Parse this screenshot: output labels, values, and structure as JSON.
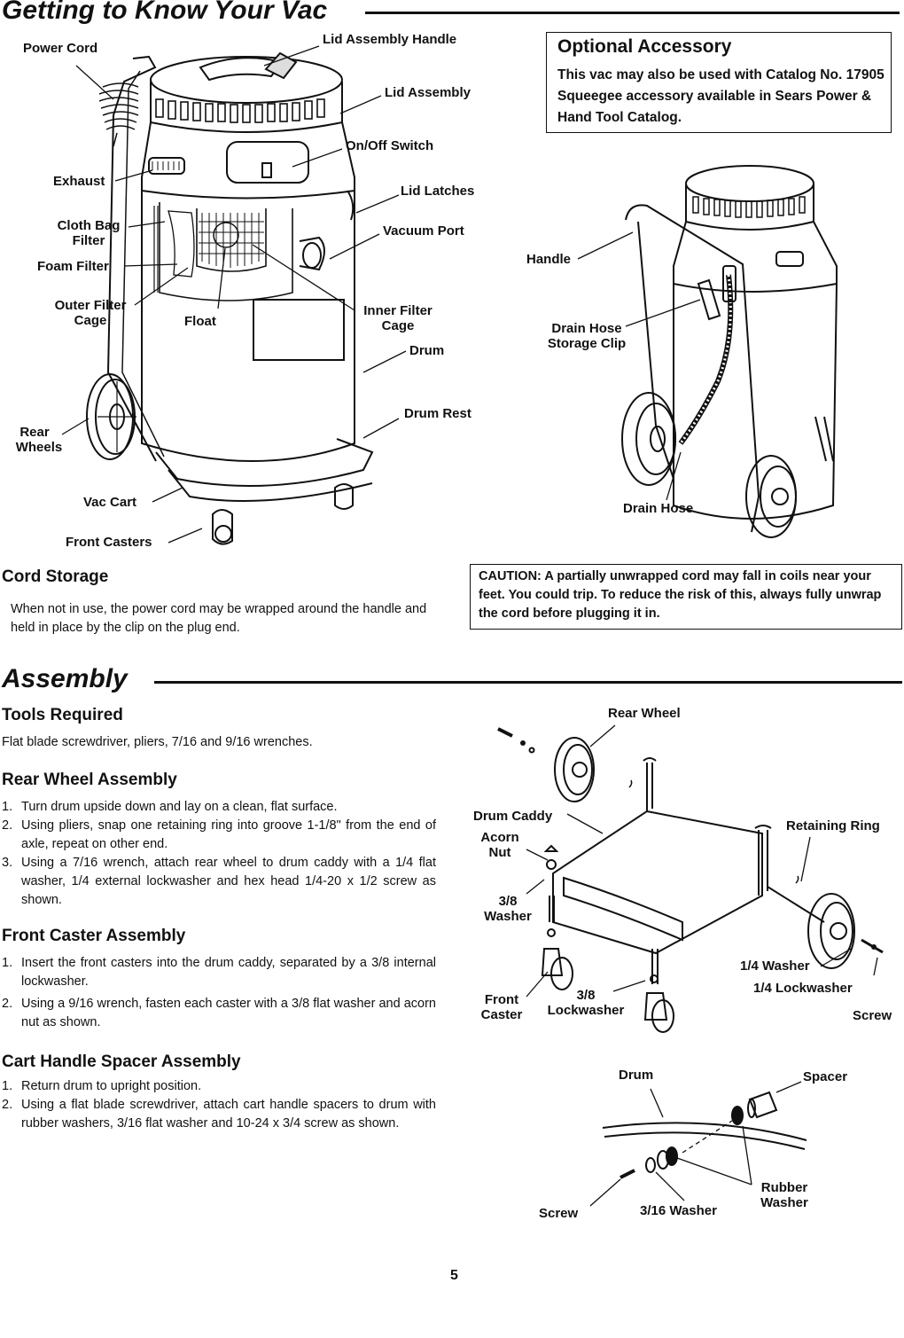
{
  "section1": {
    "title": "Getting to Know Your Vac",
    "labels": {
      "power_cord": "Power Cord",
      "lid_assembly_handle": "Lid Assembly Handle",
      "lid_assembly": "Lid Assembly",
      "on_off_switch": "On/Off Switch",
      "exhaust": "Exhaust",
      "lid_latches": "Lid Latches",
      "cloth_bag_filter_1": "Cloth Bag",
      "cloth_bag_filter_2": "Filter",
      "vacuum_port": "Vacuum Port",
      "foam_filter": "Foam Filter",
      "outer_filter_cage_1": "Outer Filter",
      "outer_filter_cage_2": "Cage",
      "float": "Float",
      "inner_filter_cage_1": "Inner Filter",
      "inner_filter_cage_2": "Cage",
      "drum": "Drum",
      "drum_rest": "Drum Rest",
      "rear_wheels_1": "Rear",
      "rear_wheels_2": "Wheels",
      "vac_cart": "Vac Cart",
      "front_casters": "Front Casters"
    },
    "accessory": {
      "title": "Optional Accessory",
      "body": "This vac may also be used with Catalog No. 17905 Squeegee accessory available in Sears Power & Hand Tool Catalog."
    },
    "accessory_labels": {
      "handle": "Handle",
      "drain_hose_clip_1": "Drain Hose",
      "drain_hose_clip_2": "Storage Clip",
      "drain_hose": "Drain Hose"
    },
    "cord_storage": {
      "title": "Cord Storage",
      "body": "When not in use, the power cord may be wrapped around the handle and held in place by the clip on the plug end."
    },
    "caution": "CAUTION: A partially unwrapped cord may fall in coils near your feet. You could trip. To reduce the risk of this, always fully unwrap the cord before plugging it in."
  },
  "section2": {
    "title": "Assembly",
    "tools": {
      "title": "Tools Required",
      "body": "Flat blade screwdriver, pliers, 7/16 and 9/16 wrenches."
    },
    "rear_wheel": {
      "title": "Rear Wheel Assembly",
      "steps": [
        {
          "n": "1.",
          "text": "Turn drum upside down and lay on a clean, flat surface."
        },
        {
          "n": "2.",
          "text": "Using pliers, snap one retaining ring into groove 1-1/8\" from the end of axle, repeat on other end."
        },
        {
          "n": "3.",
          "text": "Using a 7/16 wrench, attach rear wheel to drum caddy with a 1/4 flat washer, 1/4 external lockwasher and hex head 1/4-20 x 1/2 screw as shown."
        }
      ]
    },
    "front_caster": {
      "title": "Front Caster Assembly",
      "steps": [
        {
          "n": "1.",
          "text": "Insert the front casters into the drum caddy, separated by a 3/8 internal lockwasher."
        },
        {
          "n": "2.",
          "text": "Using a 9/16 wrench, fasten each caster with a 3/8 flat washer and acorn nut as shown."
        }
      ]
    },
    "cart_handle": {
      "title": "Cart Handle Spacer Assembly",
      "steps": [
        {
          "n": "1.",
          "text": "Return drum to upright position."
        },
        {
          "n": "2.",
          "text": "Using a flat blade screwdriver, attach cart handle spacers to drum with rubber washers, 3/16 flat washer and 10-24 x 3/4 screw as shown."
        }
      ]
    },
    "caddy_labels": {
      "rear_wheel": "Rear Wheel",
      "drum_caddy": "Drum Caddy",
      "retaining_ring": "Retaining Ring",
      "acorn_nut_1": "Acorn",
      "acorn_nut_2": "Nut",
      "washer38_1": "3/8",
      "washer38_2": "Washer",
      "washer14": "1/4 Washer",
      "lockwasher14": "1/4 Lockwasher",
      "front_caster_1": "Front",
      "front_caster_2": "Caster",
      "lockwasher38_1": "3/8",
      "lockwasher38_2": "Lockwasher",
      "screw": "Screw"
    },
    "spacer_labels": {
      "drum": "Drum",
      "spacer": "Spacer",
      "rubber_washer_1": "Rubber",
      "rubber_washer_2": "Washer",
      "screw": "Screw",
      "washer316": "3/16 Washer"
    }
  },
  "page_number": "5"
}
